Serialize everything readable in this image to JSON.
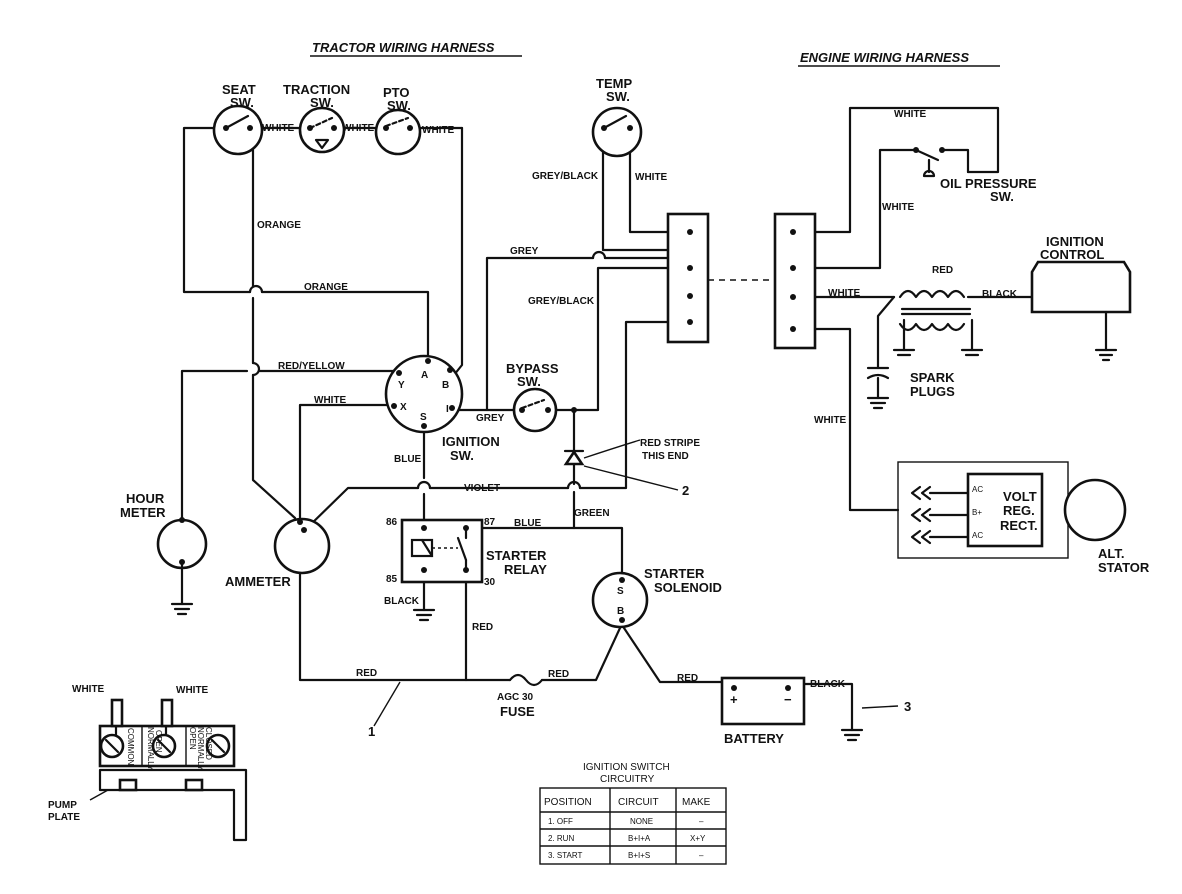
{
  "headers": {
    "tractor": "TRACTOR WIRING HARNESS",
    "engine": "ENGINE WIRING HARNESS"
  },
  "components": {
    "seat_sw": [
      "SEAT",
      "SW."
    ],
    "traction_sw": [
      "TRACTION",
      "SW."
    ],
    "pto_sw": [
      "PTO",
      "SW."
    ],
    "temp_sw": [
      "TEMP",
      "SW."
    ],
    "oil_pressure_sw": [
      "OIL PRESSURE",
      "SW."
    ],
    "ignition_control": [
      "IGNITION",
      "CONTROL"
    ],
    "spark_plugs": [
      "SPARK",
      "PLUGS"
    ],
    "bypass_sw": [
      "BYPASS",
      "SW."
    ],
    "ignition_sw": [
      "IGNITION",
      "SW."
    ],
    "hour_meter": [
      "HOUR",
      "METER"
    ],
    "ammeter": "AMMETER",
    "starter_relay": [
      "STARTER",
      "RELAY"
    ],
    "starter_solenoid": [
      "STARTER",
      "SOLENOID"
    ],
    "fuse": [
      "AGC 30",
      "FUSE"
    ],
    "battery": "BATTERY",
    "volt_reg": [
      "VOLT",
      "REG.",
      "RECT."
    ],
    "alt_stator": [
      "ALT.",
      "STATOR"
    ],
    "pump_plate": [
      "PUMP",
      "PLATE"
    ]
  },
  "terminals": {
    "ign_a": "A",
    "ign_b": "B",
    "ign_y": "Y",
    "ign_x": "X",
    "ign_s": "S",
    "ign_i": "I",
    "relay_86": "86",
    "relay_87": "87",
    "relay_85": "85",
    "relay_30": "30",
    "sol_s": "S",
    "sol_b": "B",
    "bat_plus": "+",
    "bat_minus": "−",
    "reg_ac1": "AC",
    "reg_bplus": "B+",
    "reg_ac2": "AC"
  },
  "wires": {
    "white1": "WHITE",
    "white2": "WHITE",
    "white3": "WHITE",
    "orange1": "ORANGE",
    "orange2": "ORANGE",
    "grey_black1": "GREY/BLACK",
    "grey_black2": "GREY/BLACK",
    "white_temp": "WHITE",
    "grey1": "GREY",
    "grey2": "GREY",
    "red_yellow": "RED/YELLOW",
    "white_x": "WHITE",
    "blue1": "BLUE",
    "blue2": "BLUE",
    "violet": "VIOLET",
    "green": "GREEN",
    "black_relay": "BLACK",
    "red_relay": "RED",
    "red_bottom": "RED",
    "red_fuse": "RED",
    "red_battery": "RED",
    "black_battery": "BLACK",
    "white_oil1": "WHITE",
    "white_oil2": "WHITE",
    "white_ign": "WHITE",
    "red_ign": "RED",
    "black_ign": "BLACK",
    "white_reg": "WHITE",
    "white_pump1": "WHITE",
    "white_pump2": "WHITE"
  },
  "annotations": {
    "red_stripe": [
      "RED STRIPE",
      "THIS END"
    ],
    "ref_1": "1",
    "ref_2": "2",
    "ref_3": "3"
  },
  "pump_switch": {
    "common": "COMMON",
    "normally_open": [
      "NORMALLY",
      "OPEN"
    ],
    "normally_closed": [
      "OPEN",
      "NORMALLY",
      "CLOSED"
    ]
  },
  "circuitry_table": {
    "title": [
      "IGNITION SWITCH",
      "CIRCUITRY"
    ],
    "headers": [
      "POSITION",
      "CIRCUIT",
      "MAKE"
    ],
    "rows": [
      [
        "1.  OFF",
        "NONE",
        "–"
      ],
      [
        "2.  RUN",
        "B+I+A",
        "X+Y"
      ],
      [
        "3.  START",
        "B+I+S",
        "–"
      ]
    ]
  }
}
